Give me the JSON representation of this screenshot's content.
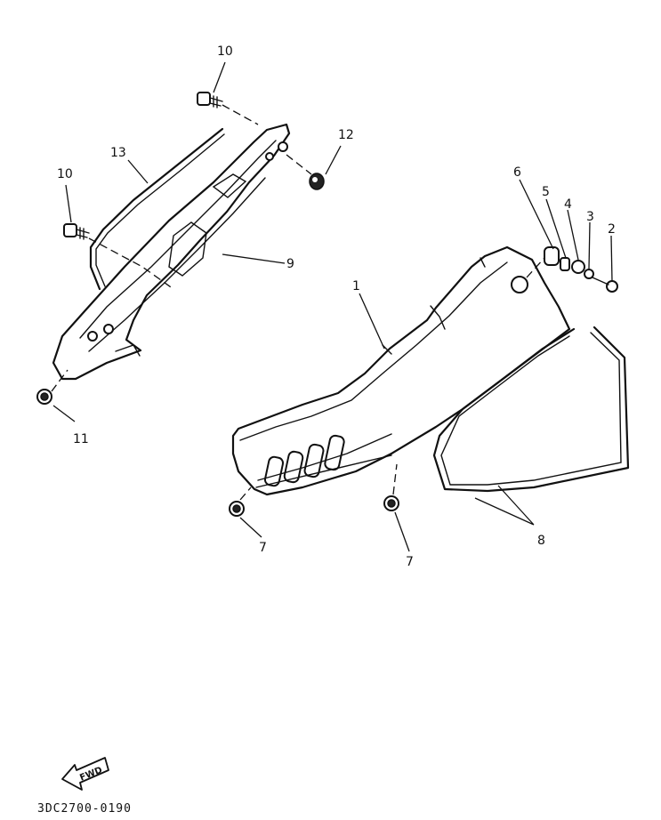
{
  "diagram_code": "3DC2700-0190",
  "fwd_label": "FWD",
  "callouts": {
    "c1": "1",
    "c2": "2",
    "c3": "3",
    "c4": "4",
    "c5": "5",
    "c6": "6",
    "c7a": "7",
    "c7b": "7",
    "c8": "8",
    "c9": "9",
    "c10a": "10",
    "c10b": "10",
    "c11": "11",
    "c12": "12",
    "c13": "13"
  }
}
